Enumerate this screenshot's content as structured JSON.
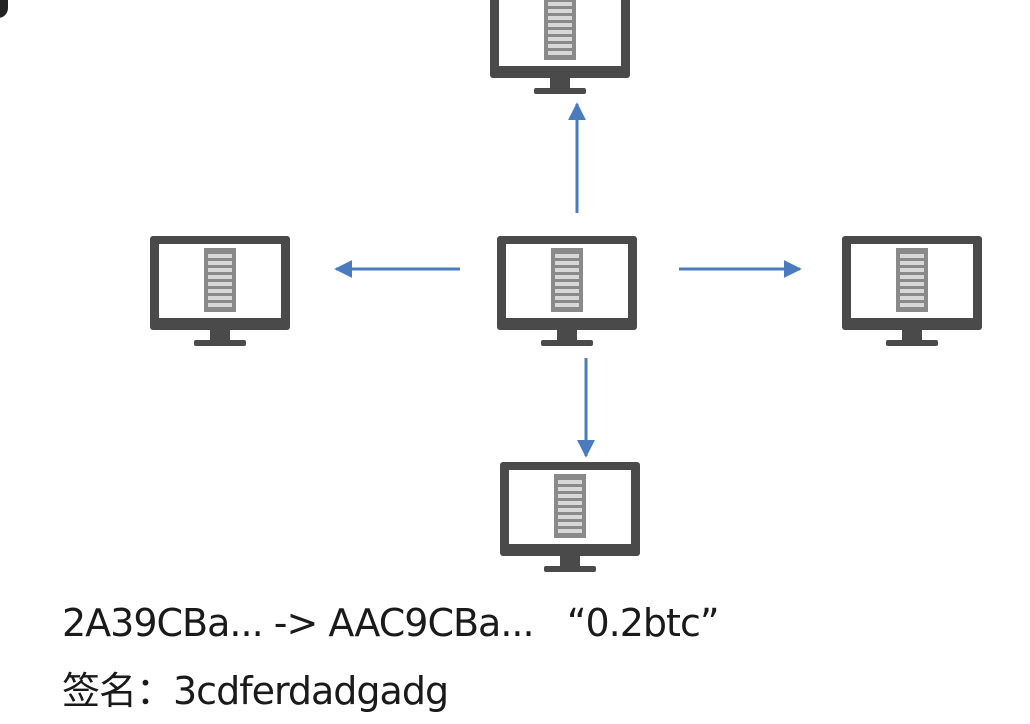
{
  "diagram": {
    "nodes": [
      {
        "id": "top",
        "label": ""
      },
      {
        "id": "left",
        "label": ""
      },
      {
        "id": "center",
        "label": ""
      },
      {
        "id": "right",
        "label": ""
      },
      {
        "id": "bottom",
        "label": ""
      }
    ],
    "edges": [
      {
        "from": "center",
        "to": "top"
      },
      {
        "from": "center",
        "to": "left"
      },
      {
        "from": "center",
        "to": "right"
      },
      {
        "from": "center",
        "to": "bottom"
      }
    ],
    "icon": "computer-monitor-with-document-icon",
    "colors": {
      "monitor": "#4a4a4a",
      "arrow": "#4a7bbf",
      "document": "#8a8a8a"
    }
  },
  "caption": {
    "transaction": "2A39CBa... -> AAC9CBa...   “0.2btc”",
    "signature": "签名：3cdferdadgadg"
  }
}
